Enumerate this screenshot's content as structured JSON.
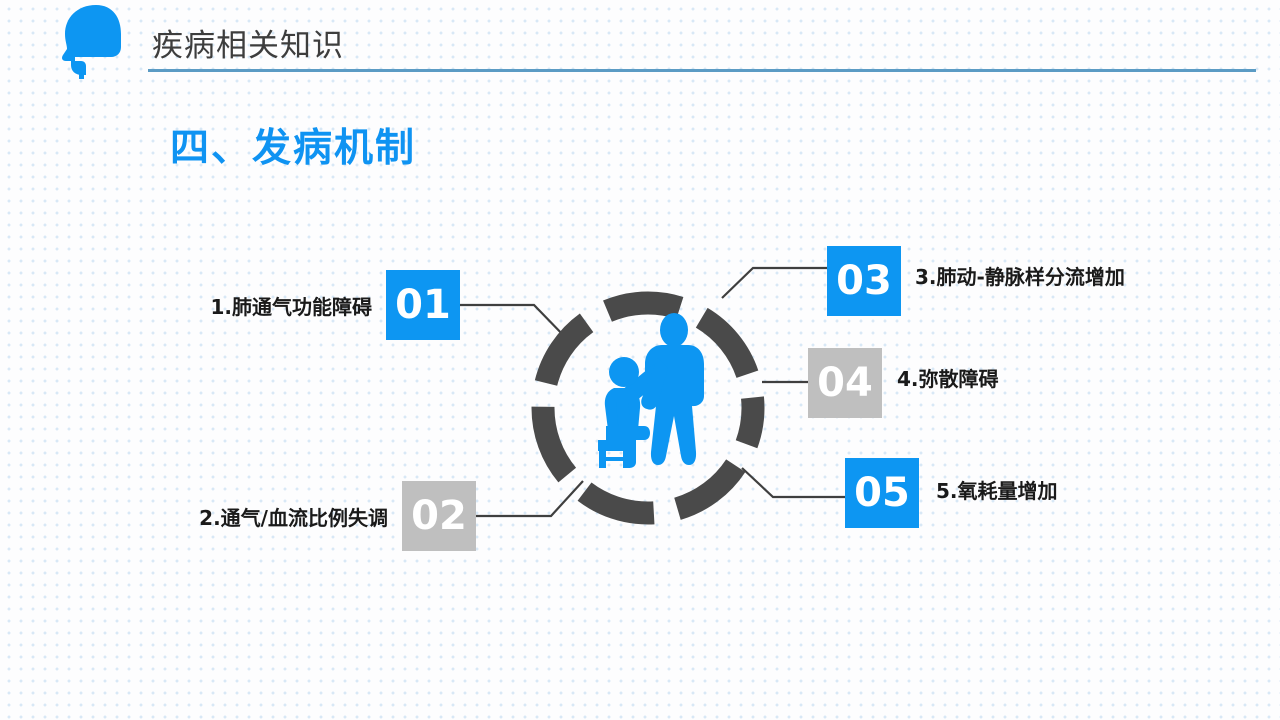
{
  "header": {
    "title": "疾病相关知识",
    "icon": "head-profile-icon",
    "rule_color": "#5b9bc4"
  },
  "section": {
    "title": "四、发病机制",
    "title_color": "#0f93f2"
  },
  "colors": {
    "accent_blue": "#0d96f2",
    "muted_gray": "#bfbfbf",
    "ring_dark": "#4a4a4a",
    "connector": "#3f3f3f",
    "text_dark": "#1a1a1a",
    "background": "#fdfdfe",
    "dot_pattern": "#d8e8f6"
  },
  "center": {
    "ring_icon": "dashed-circle-ring",
    "figure_icon": "doctor-examining-patient-icon"
  },
  "items": [
    {
      "number": "01",
      "label": "1.肺通气功能障碍",
      "box_color": "#0d96f2",
      "side": "left"
    },
    {
      "number": "02",
      "label": "2.通气/血流比例失调",
      "box_color": "#bfbfbf",
      "side": "left"
    },
    {
      "number": "03",
      "label": "3.肺动-静脉样分流增加",
      "box_color": "#0d96f2",
      "side": "right"
    },
    {
      "number": "04",
      "label": "4.弥散障碍",
      "box_color": "#bfbfbf",
      "side": "right"
    },
    {
      "number": "05",
      "label": "5.氧耗量增加",
      "box_color": "#0d96f2",
      "side": "right"
    }
  ]
}
